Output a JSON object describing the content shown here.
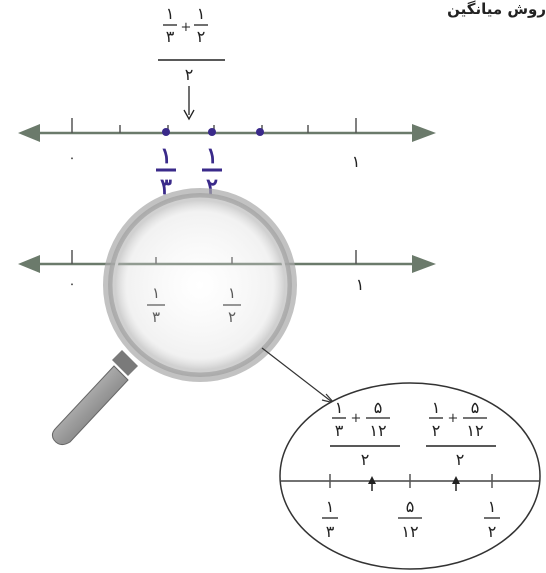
{
  "title": "روش میانگین",
  "top_expression": {
    "a": "۱",
    "b": "۳",
    "c": "۱",
    "d": "۲",
    "plus": "+",
    "denom": "۲"
  },
  "line1": {
    "zero": "۰",
    "one": "۱",
    "frac1": {
      "n": "۱",
      "d": "۳"
    },
    "frac2": {
      "n": "۱",
      "d": "۲"
    }
  },
  "line2": {
    "zero": "۰",
    "one": "۱",
    "frac1": {
      "n": "۱",
      "d": "۳"
    },
    "frac2": {
      "n": "۱",
      "d": "۲"
    }
  },
  "zoom": {
    "expr1": {
      "a": "۱",
      "b": "۳",
      "c": "۵",
      "d": "۱۲",
      "plus": "+",
      "denom": "۲"
    },
    "expr2": {
      "a": "۱",
      "b": "۲",
      "c": "۵",
      "d": "۱۲",
      "plus": "+",
      "denom": "۲"
    },
    "labels": [
      {
        "n": "۱",
        "d": "۳"
      },
      {
        "n": "۵",
        "d": "۱۲"
      },
      {
        "n": "۱",
        "d": "۲"
      }
    ]
  },
  "colors": {
    "line": "#6b7a6b",
    "fraction": "#3a2a8a",
    "dot": "#3a2a8a"
  }
}
